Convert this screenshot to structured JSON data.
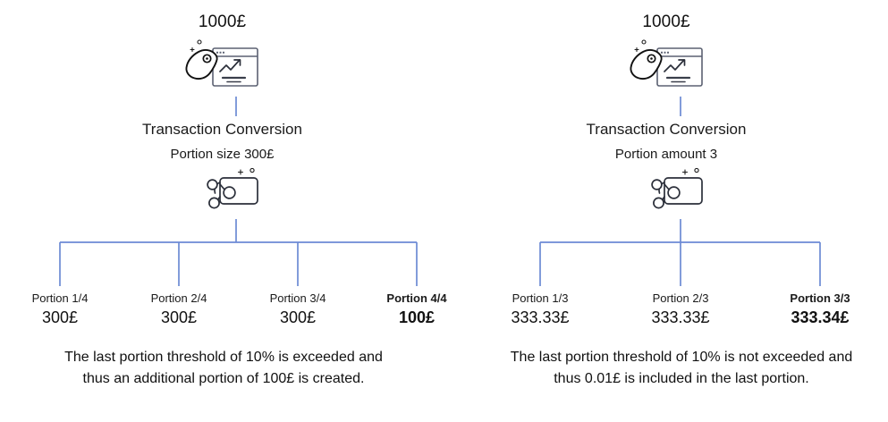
{
  "diagram": {
    "title_hidden": "",
    "line_color": "#6c8ad4",
    "panels": [
      {
        "id": "left",
        "source_amount": "1000£",
        "source_icon": "price-tag-chart-icon",
        "step_title": "Transaction Conversion",
        "step_sub": "Portion size 300£",
        "step_icon": "portion-card-icon",
        "leaves": [
          {
            "title": "Portion 1/4",
            "value": "300£",
            "bold": false
          },
          {
            "title": "Portion 2/4",
            "value": "300£",
            "bold": false
          },
          {
            "title": "Portion 3/4",
            "value": "300£",
            "bold": false
          },
          {
            "title": "Portion 4/4",
            "value": "100£",
            "bold": true
          }
        ],
        "caption": "The last portion threshold of 10% is exceeded and thus an additional portion of 100£ is created."
      },
      {
        "id": "right",
        "source_amount": "1000£",
        "source_icon": "price-tag-chart-icon",
        "step_title": "Transaction Conversion",
        "step_sub": "Portion amount 3",
        "step_icon": "portion-card-icon",
        "leaves": [
          {
            "title": "Portion 1/3",
            "value": "333.33£",
            "bold": false
          },
          {
            "title": "Portion 2/3",
            "value": "333.33£",
            "bold": false
          },
          {
            "title": "Portion 3/3",
            "value": "333.34£",
            "bold": true
          }
        ],
        "caption": "The last portion threshold of 10% is not exceeded and thus 0.01£ is included in the last portion."
      }
    ]
  }
}
